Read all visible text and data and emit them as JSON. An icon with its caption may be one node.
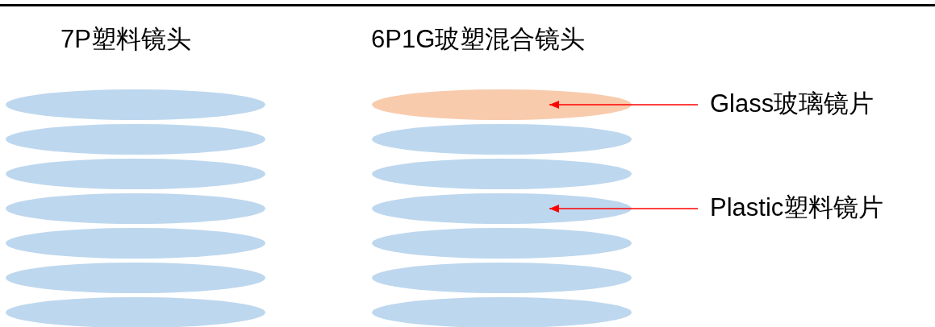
{
  "diagram": {
    "nodes": [
      {
        "text": [],
        "shape": "ellipse"
      },
      {
        "text": [],
        "shape": "ellipse"
      },
      {
        "text": [],
        "shape": "ellipse"
      },
      {
        "text": [],
        "shape": "ellipse"
      },
      {
        "text": [],
        "shape": "ellipse"
      },
      {
        "text": [],
        "shape": "ellipse"
      },
      {
        "text": [],
        "shape": "ellipse"
      },
      {
        "text": [],
        "shape": "ellipse"
      },
      {
        "text": [],
        "shape": "ellipse"
      },
      {
        "text": [],
        "shape": "ellipse"
      },
      {
        "text": [],
        "shape": "ellipse"
      },
      {
        "text": [],
        "shape": "ellipse"
      },
      {
        "text": [],
        "shape": "ellipse"
      },
      {
        "text": [],
        "shape": "ellipse"
      },
      {
        "text": [
          "Glass玻璃镜片"
        ]
      },
      {
        "text": [
          "Plastic塑料镜片"
        ]
      }
    ],
    "edges": [
      {
        "from": 14,
        "to": 7,
        "arrow": "to",
        "color": "#ff0000"
      },
      {
        "from": 15,
        "to": 10,
        "arrow": "to",
        "color": "#ff0000"
      }
    ],
    "labels": [
      "7P塑料镜头",
      "6P1G玻塑混合镜头"
    ]
  }
}
